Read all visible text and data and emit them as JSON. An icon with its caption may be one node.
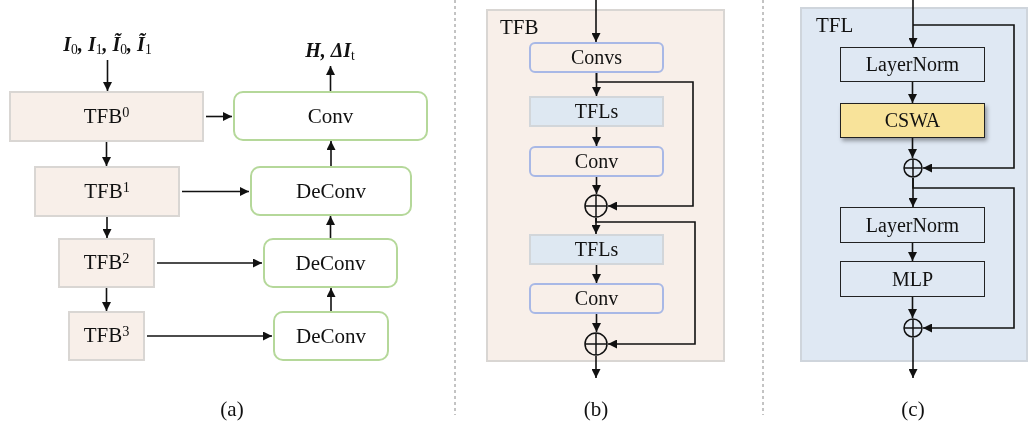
{
  "diagram": {
    "nodes": [
      {
        "text": [
          "I$_{0}$, I$_{1}$, Ĩ$_{0}$, Ĩ$_{1}$"
        ]
      },
      {
        "text": [
          "TFB$^{0}$"
        ]
      },
      {
        "text": [
          "TFB$^{1}$"
        ]
      },
      {
        "text": [
          "TFB$^{2}$"
        ]
      },
      {
        "text": [
          "TFB$^{3}$"
        ]
      },
      {
        "text": [
          "Conv"
        ]
      },
      {
        "text": [
          "DeConv"
        ]
      },
      {
        "text": [
          "DeConv"
        ]
      },
      {
        "text": [
          "DeConv"
        ]
      },
      {
        "text": [
          "H, ΔI$_{t}$"
        ]
      },
      {
        "text": [
          "TFB"
        ]
      },
      {
        "text": [
          "Convs"
        ],
        "in": 10
      },
      {
        "text": [
          "TFLs"
        ],
        "in": 10
      },
      {
        "text": [
          "Conv"
        ],
        "in": 10
      },
      {
        "text": [],
        "shape": "circle",
        "in": 10
      },
      {
        "text": [
          "TFLs"
        ],
        "in": 10
      },
      {
        "text": [
          "Conv"
        ],
        "in": 10
      },
      {
        "text": [],
        "shape": "circle",
        "in": 10
      },
      {
        "text": [
          "TFL"
        ]
      },
      {
        "text": [
          "LayerNorm"
        ],
        "in": 18
      },
      {
        "text": [
          "CSWA"
        ],
        "in": 18
      },
      {
        "text": [],
        "shape": "circle",
        "in": 18
      },
      {
        "text": [
          "LayerNorm"
        ],
        "in": 18
      },
      {
        "text": [
          "MLP"
        ],
        "in": 18
      },
      {
        "text": [],
        "shape": "circle",
        "in": 18
      }
    ],
    "edges": [
      {
        "from": 0,
        "to": 1,
        "arrow": "to"
      },
      {
        "from": 1,
        "to": 2,
        "arrow": "to"
      },
      {
        "from": 2,
        "to": 3,
        "arrow": "to"
      },
      {
        "from": 3,
        "to": 4,
        "arrow": "to"
      },
      {
        "from": 1,
        "to": 5,
        "arrow": "to"
      },
      {
        "from": 2,
        "to": 6,
        "arrow": "to"
      },
      {
        "from": 3,
        "to": 7,
        "arrow": "to"
      },
      {
        "from": 4,
        "to": 8,
        "arrow": "to"
      },
      {
        "from": 8,
        "to": 7,
        "arrow": "to"
      },
      {
        "from": 7,
        "to": 6,
        "arrow": "to"
      },
      {
        "from": 6,
        "to": 5,
        "arrow": "to"
      },
      {
        "from": 5,
        "to": 9,
        "arrow": "to"
      },
      {
        "from": null,
        "to": 11,
        "arrow": "to"
      },
      {
        "from": 11,
        "to": 12,
        "arrow": "to"
      },
      {
        "from": 12,
        "to": 13,
        "arrow": "to"
      },
      {
        "from": 13,
        "to": 14,
        "arrow": "to"
      },
      {
        "from": 11,
        "to": 14,
        "arrow": "to"
      },
      {
        "from": 14,
        "to": 15,
        "arrow": "to"
      },
      {
        "from": 15,
        "to": 16,
        "arrow": "to"
      },
      {
        "from": 16,
        "to": 17,
        "arrow": "to"
      },
      {
        "from": 14,
        "to": 17,
        "arrow": "to"
      },
      {
        "from": 17,
        "to": null,
        "arrow": "to"
      },
      {
        "from": null,
        "to": 19,
        "arrow": "to"
      },
      {
        "from": null,
        "to": 21,
        "arrow": "to"
      },
      {
        "from": 19,
        "to": 20,
        "arrow": "to"
      },
      {
        "from": 20,
        "to": 21,
        "arrow": "to"
      },
      {
        "from": 21,
        "to": 22,
        "arrow": "to"
      },
      {
        "from": 21,
        "to": 24,
        "arrow": "to"
      },
      {
        "from": 22,
        "to": 23,
        "arrow": "to"
      },
      {
        "from": 23,
        "to": 24,
        "arrow": "to"
      },
      {
        "from": 24,
        "to": null,
        "arrow": "to"
      }
    ],
    "labels": [
      "(a)",
      "(b)",
      "(c)"
    ]
  }
}
